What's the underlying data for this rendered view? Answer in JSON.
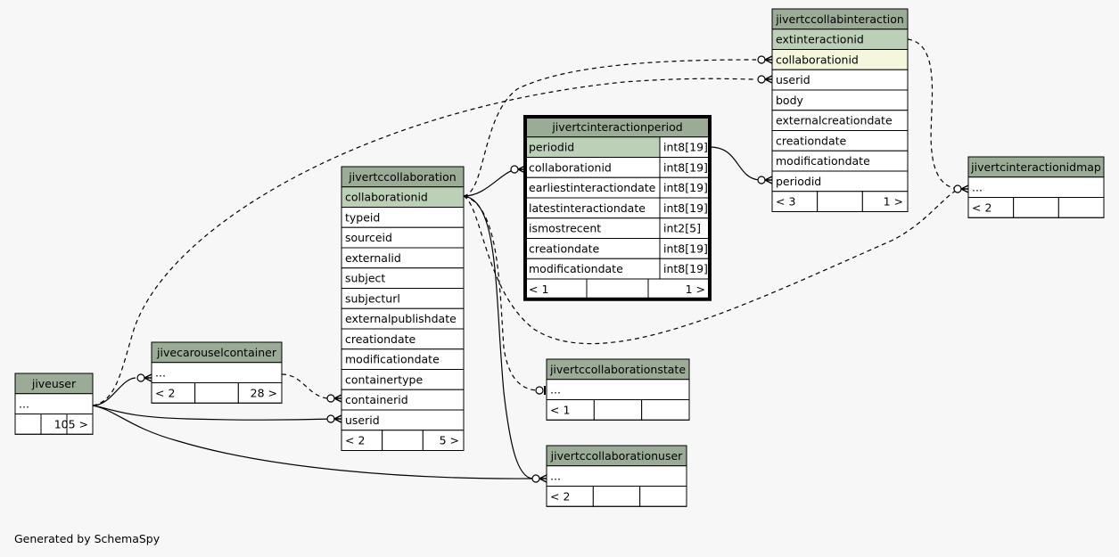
{
  "colors": {
    "header": "#9aab96",
    "pk": "#bccfb7",
    "highlight": "#f4f7dd",
    "row": "#ffffff",
    "border": "#000000"
  },
  "tables": [
    {
      "id": "jiveuser",
      "name": "jiveuser",
      "rows": [
        {
          "col": "..."
        }
      ],
      "footer": [
        "",
        "",
        "105 >"
      ]
    },
    {
      "id": "jivecarouselcontainer",
      "name": "jivecarouselcontainer",
      "rows": [
        {
          "col": "..."
        }
      ],
      "footer": [
        "< 2",
        "",
        "28 >"
      ]
    },
    {
      "id": "jivertccollaboration",
      "name": "jivertccollaboration",
      "rows": [
        {
          "col": "collaborationid",
          "pk": true
        },
        {
          "col": "typeid"
        },
        {
          "col": "sourceid"
        },
        {
          "col": "externalid"
        },
        {
          "col": "subject"
        },
        {
          "col": "subjecturl"
        },
        {
          "col": "externalpublishdate"
        },
        {
          "col": "creationdate"
        },
        {
          "col": "modificationdate"
        },
        {
          "col": "containertype"
        },
        {
          "col": "containerid"
        },
        {
          "col": "userid"
        }
      ],
      "footer": [
        "< 2",
        "",
        "5 >"
      ]
    },
    {
      "id": "jivertcinteractionperiod",
      "name": "jivertcinteractionperiod",
      "focus": true,
      "rows": [
        {
          "col": "periodid",
          "type": "int8[19]",
          "pk": true
        },
        {
          "col": "collaborationid",
          "type": "int8[19]"
        },
        {
          "col": "earliestinteractiondate",
          "type": "int8[19]"
        },
        {
          "col": "latestinteractiondate",
          "type": "int8[19]"
        },
        {
          "col": "ismostrecent",
          "type": "int2[5]"
        },
        {
          "col": "creationdate",
          "type": "int8[19]"
        },
        {
          "col": "modificationdate",
          "type": "int8[19]"
        }
      ],
      "footer": [
        "< 1",
        "",
        "1 >"
      ]
    },
    {
      "id": "jivertccollabinteraction",
      "name": "jivertccollabinteraction",
      "rows": [
        {
          "col": "extinteractionid",
          "pk": true
        },
        {
          "col": "collaborationid",
          "highlight": true
        },
        {
          "col": "userid"
        },
        {
          "col": "body"
        },
        {
          "col": "externalcreationdate"
        },
        {
          "col": "creationdate"
        },
        {
          "col": "modificationdate"
        },
        {
          "col": "periodid"
        }
      ],
      "footer": [
        "< 3",
        "",
        "1 >"
      ]
    },
    {
      "id": "jivertcinteractionidmap",
      "name": "jivertcinteractionidmap",
      "rows": [
        {
          "col": "..."
        }
      ],
      "footer": [
        "< 2",
        "",
        ""
      ]
    },
    {
      "id": "jivertccollaborationstate",
      "name": "jivertccollaborationstate",
      "rows": [
        {
          "col": "..."
        }
      ],
      "footer": [
        "< 1",
        "",
        ""
      ]
    },
    {
      "id": "jivertccollaborationuser",
      "name": "jivertccollaborationuser",
      "rows": [
        {
          "col": "..."
        }
      ],
      "footer": [
        "< 2",
        "",
        ""
      ]
    }
  ],
  "footer_text": "Generated by SchemaSpy"
}
